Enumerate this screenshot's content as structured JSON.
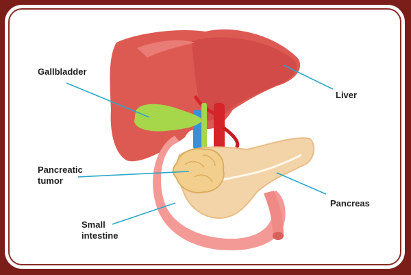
{
  "labels": {
    "gallbladder": "Gallbladder",
    "liver": "Liver",
    "pancreatic_tumor": "Pancreatic\ntumor",
    "pancreas": "Pancreas",
    "small_intestine": "Small\nintestine"
  },
  "colors": {
    "frame": "#7b1e1a",
    "liver": "#d9534f",
    "gallbladder": "#a6d64a",
    "pancreas": "#f3d3a8",
    "tumor": "#f2cf8c",
    "intestine": "#f39a96",
    "vessel_red": "#d5252b",
    "vessel_blue": "#3a8fd6",
    "leader_line": "#2aa6c8"
  }
}
